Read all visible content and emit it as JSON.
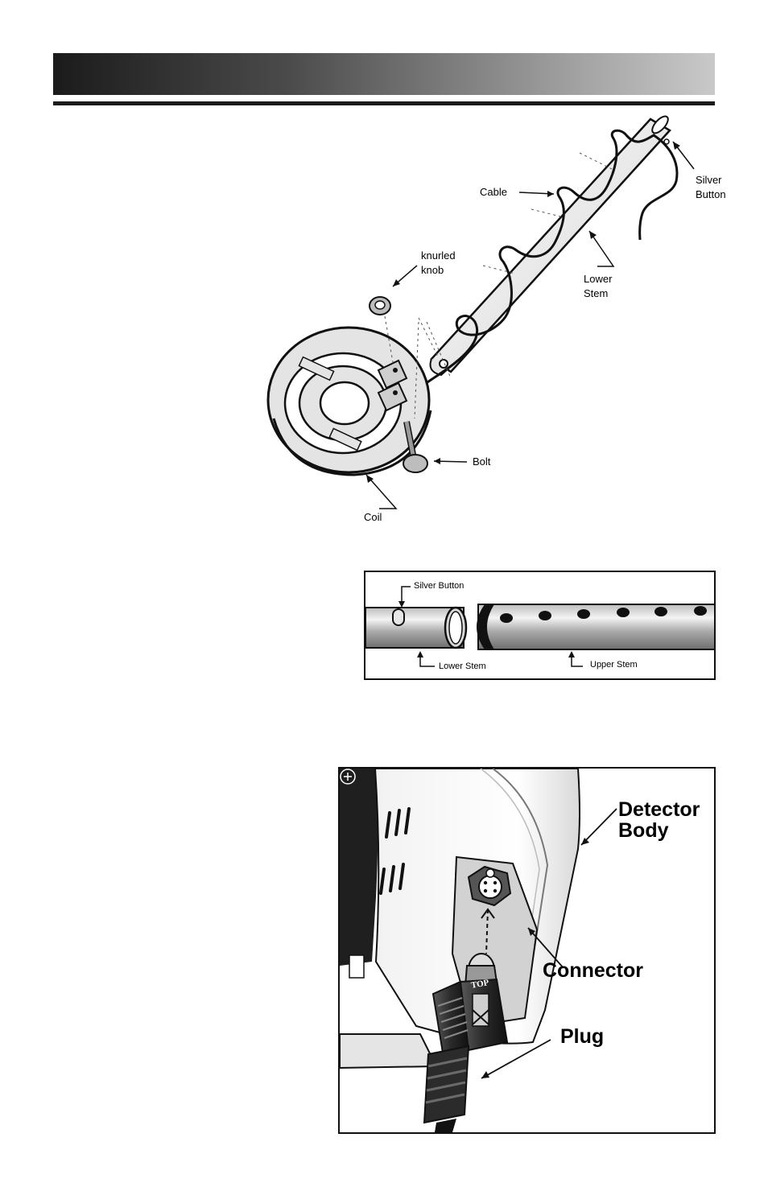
{
  "figure1": {
    "labels": {
      "cable": "Cable",
      "silver_button": "Silver\nButton",
      "knurled_knob": "knurled\nknob",
      "lower_stem": "Lower\nStem",
      "bolt": "Bolt",
      "coil": "Coil"
    }
  },
  "figure2": {
    "labels": {
      "silver_button": "Silver Button",
      "lower_stem": "Lower Stem",
      "upper_stem": "Upper Stem"
    }
  },
  "figure3": {
    "labels": {
      "detector_body": "Detector\nBody",
      "connector": "Connector",
      "plug": "Plug",
      "top_marking": "TOP"
    }
  }
}
